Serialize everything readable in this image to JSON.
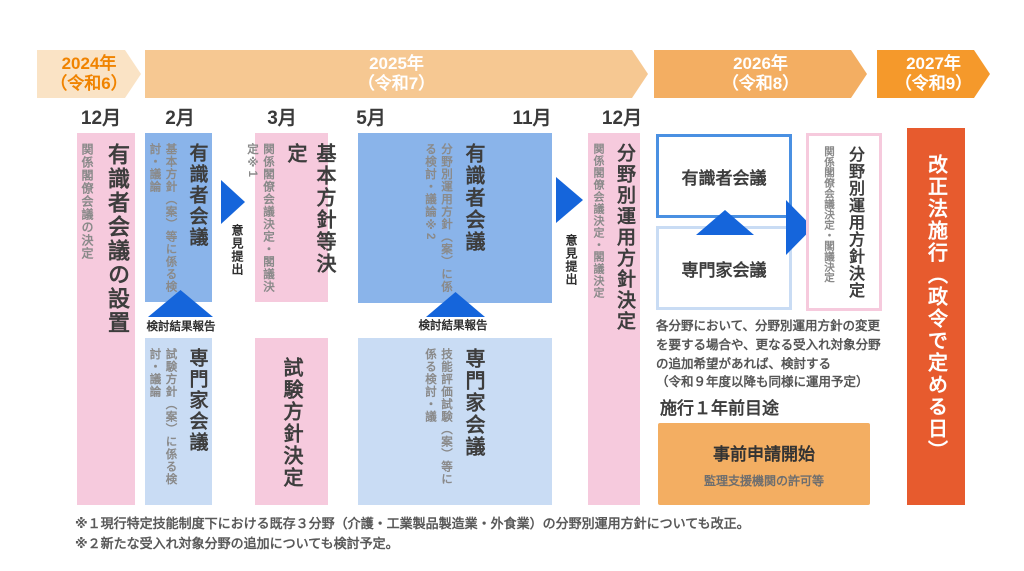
{
  "years": [
    {
      "label": "2024年\n（令和6）"
    },
    {
      "label": "2025年\n（令和7）"
    },
    {
      "label": "2026年\n（令和8）"
    },
    {
      "label": "2027年\n（令和9）"
    }
  ],
  "months": [
    "12月",
    "2月",
    "3月",
    "5月",
    "11月",
    "12月"
  ],
  "phase1": {
    "setup": {
      "title": "有識者会議の設置",
      "sub": "関係閣僚会議の決定"
    },
    "expert_feb": {
      "title": "有識者会議",
      "sub": "基本方針（案）等に係る検討・議論"
    },
    "basic_policy": {
      "title": "基本方針等決定",
      "sub": "関係閣僚会議決定・閣議決定※1"
    },
    "specialist_feb": {
      "title": "専門家会議",
      "sub": "試験方針（案）に係る検討・議論"
    },
    "exam_policy": {
      "title": "試験方針決定"
    },
    "expert_may": {
      "title": "有識者会議",
      "sub": "分野別運用方針（案）に係る検討・議論※2"
    },
    "specialist_may": {
      "title": "専門家会議",
      "sub": "技能評価試験（案）等に係る検討・議"
    },
    "field_policy": {
      "title": "分野別運用方針決定",
      "sub": "関係閣僚会議決定・閣議決定"
    },
    "opinion_label": "意見提出",
    "report_label": "検討結果報告"
  },
  "phase2026": {
    "expert": "有識者会議",
    "specialist": "専門家会議",
    "field_policy": {
      "title": "分野別運用方針決定",
      "sub": "関係閣僚会議決定・閣議決定"
    },
    "note": "各分野において、分野別運用方針の変更\nを要する場合や、更なる受入れ対象分野\nの追加希望があれば、検討する\n（令和９年度以降も同様に運用予定）",
    "pre_heading": "施行１年前目途",
    "pre_apply": {
      "title": "事前申請開始",
      "sub": "監理支援機関の許可等"
    }
  },
  "enforcement": {
    "label": "改正法施行（政令で定める日）"
  },
  "footnotes": [
    "※１現行特定技能制度下における既存３分野（介護・工業製品製造業・外食業）の分野別運用方針についても改正。",
    "※２新たな受入れ対象分野の追加についても検討予定。"
  ],
  "colors": {
    "pink": "#F6CADD",
    "blue": "#8AB4EA",
    "light_blue": "#C9DCF4",
    "arrow_blue": "#1565DB",
    "year_2024_bg": "#FAE3C5",
    "year_2025_bg": "#F6C892",
    "year_2026_bg": "#F3AE62",
    "year_2027_bg": "#F5992B",
    "enforcement_bg": "#E75B2E",
    "accent_orange_text": "#F08300"
  }
}
